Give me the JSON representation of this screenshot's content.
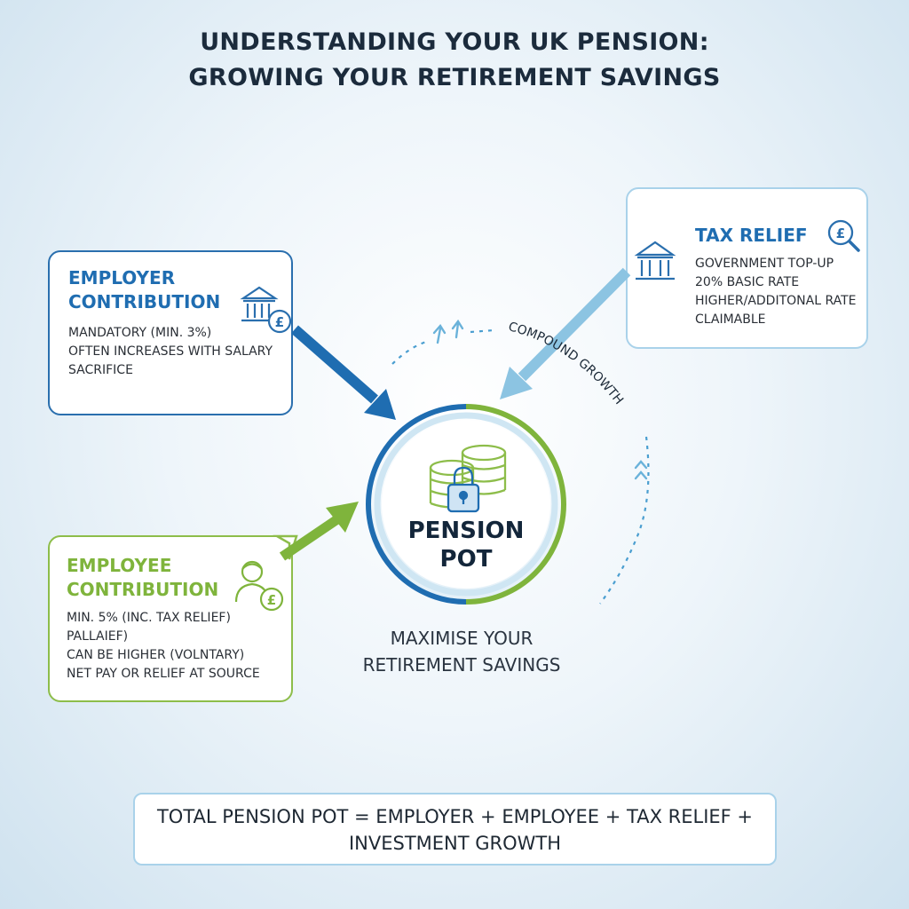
{
  "title": {
    "line1": "UNDERSTANDING YOUR UK PENSION:",
    "line2": "GROWING YOUR RETIREMENT SAVINGS"
  },
  "employer": {
    "title_line1": "EMPLOYER",
    "title_line2": "CONTRIBUTION",
    "lines": [
      "MANDATORY (MIN. 3%)",
      "OFTEN INCREASES WITH SALARY",
      "SACRIFICE"
    ],
    "icon": "bank-pound-icon"
  },
  "tax_relief": {
    "title": "TAX RELIEF",
    "lines": [
      "GOVERNMENT TOP-UP",
      "20% BASIC RATE",
      "HIGHER/ADDITONAL RATE",
      "CLAIMABLE"
    ],
    "icons": [
      "bank-icon",
      "pound-magnifier-icon"
    ]
  },
  "employee": {
    "title_line1": "EMPLOYEE",
    "title_line2": "CONTRIBUTION",
    "lines": [
      "MIN. 5% (INC. TAX RELIEF)",
      "PALLAIEF)",
      "CAN BE HIGHER (VOLNTARY)",
      "NET PAY OR RELIEF AT SOURCE"
    ],
    "icon": "person-pound-icon"
  },
  "pot": {
    "line1": "PENSION",
    "line2": "POT",
    "icon": "locked-coins-icon"
  },
  "compound_label": "COMPOUND GROWTH",
  "maximise": {
    "line1": "MAXIMISE YOUR",
    "line2": "RETIREMENT SAVINGS"
  },
  "formula": {
    "line1": "TOTAL PENSION POT = EMPLOYER + EMPLOYEE + TAX RELIEF +",
    "line2": "INVESTMENT GROWTH"
  },
  "colors": {
    "dark_blue": "#1f6db1",
    "green": "#7fb43c",
    "light_blue": "#8cc4e2",
    "navy_text": "#1b2b3c"
  }
}
